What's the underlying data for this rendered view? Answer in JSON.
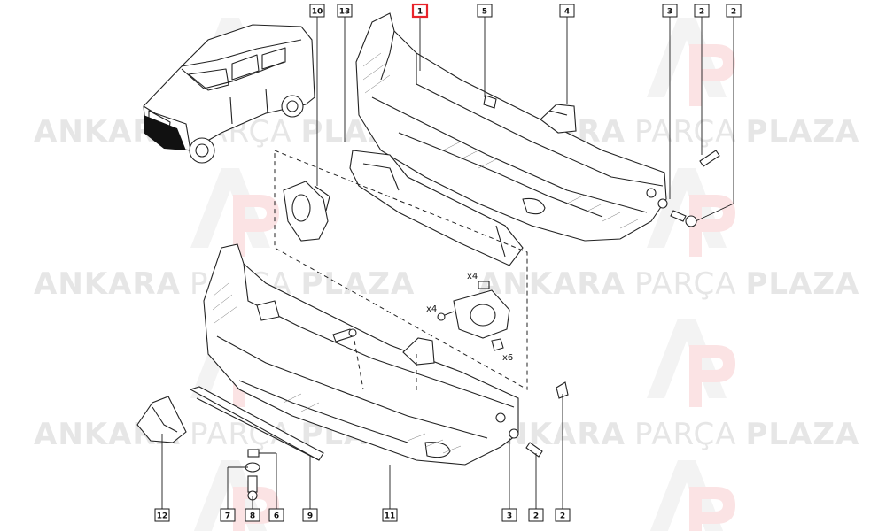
{
  "watermark": {
    "word1": "ANKARA",
    "word2": "PARÇA",
    "word3": "PLAZA"
  },
  "callouts": {
    "top": [
      {
        "label": "10"
      },
      {
        "label": "13"
      },
      {
        "label": "1",
        "highlight": true
      },
      {
        "label": "5"
      },
      {
        "label": "4"
      },
      {
        "label": "3"
      },
      {
        "label": "2"
      },
      {
        "label": "2"
      }
    ],
    "bottom": [
      {
        "label": "12"
      },
      {
        "label": "7"
      },
      {
        "label": "8"
      },
      {
        "label": "6"
      },
      {
        "label": "9"
      },
      {
        "label": "11"
      },
      {
        "label": "3"
      },
      {
        "label": "2"
      },
      {
        "label": "2"
      }
    ]
  },
  "quantities": [
    "x4",
    "x4",
    "x6"
  ],
  "colors": {
    "highlight": "#e8232a",
    "watermark": "#e6e6e6",
    "line": "#222222"
  }
}
